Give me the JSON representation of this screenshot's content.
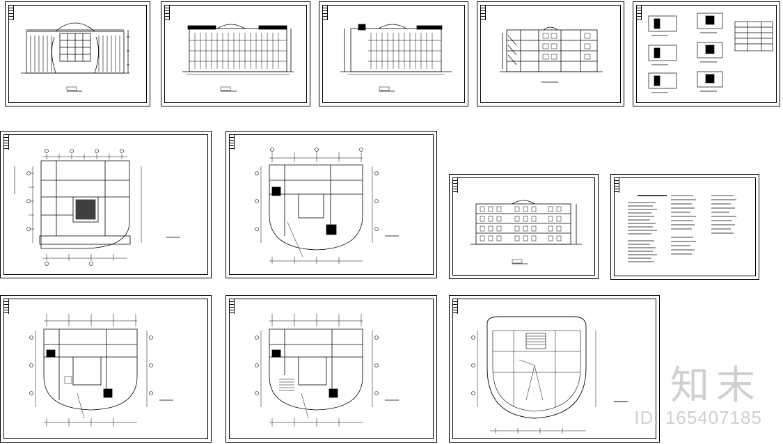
{
  "watermark": {
    "logo": "知末",
    "id": "ID: 165407185"
  },
  "sheets": [
    {
      "kind": "elevation-front"
    },
    {
      "kind": "elevation-side-a"
    },
    {
      "kind": "elevation-side-b"
    },
    {
      "kind": "section"
    },
    {
      "kind": "details"
    },
    {
      "kind": "plan-ground"
    },
    {
      "kind": "plan-second"
    },
    {
      "kind": "elevation-rear"
    },
    {
      "kind": "notes"
    },
    {
      "kind": "plan-third"
    },
    {
      "kind": "plan-fourth"
    },
    {
      "kind": "roof-plan"
    }
  ],
  "colors": {
    "line": "#000000",
    "paper": "#ffffff",
    "watermark": "#aaaaaa"
  }
}
